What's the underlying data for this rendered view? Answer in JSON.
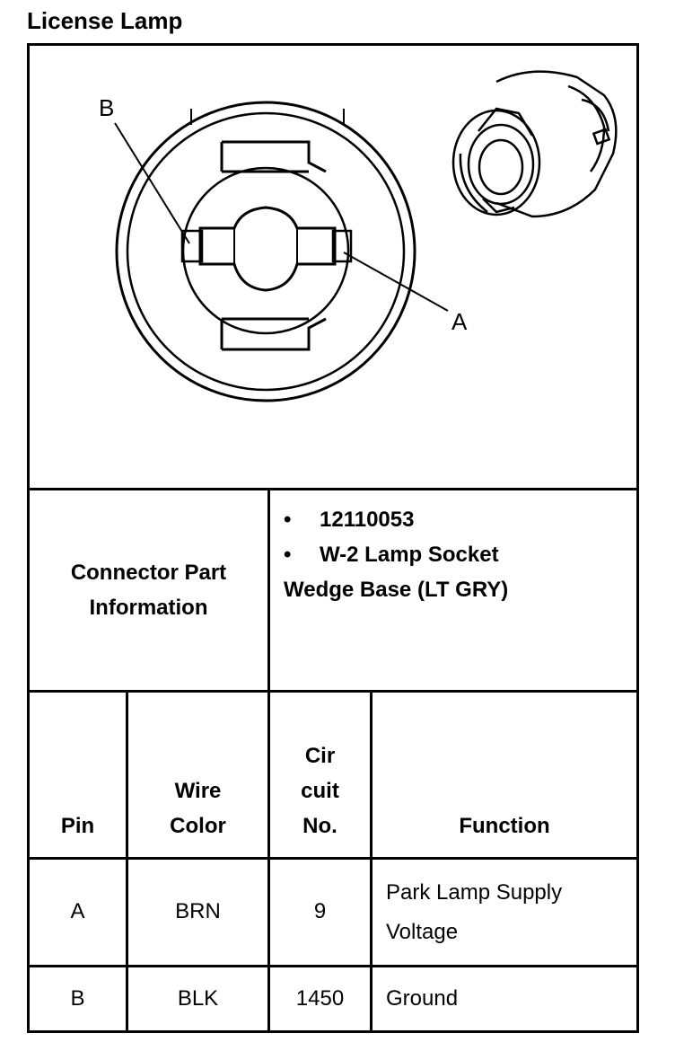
{
  "title": "License Lamp",
  "diagram": {
    "label_a": "A",
    "label_b": "B"
  },
  "connector_info": {
    "label": "Connector Part Information",
    "label_line1": "Connector Part",
    "label_line2": "Information",
    "bullet_char": "•",
    "items": [
      "12110053",
      "W-2 Lamp Socket"
    ],
    "continuation": "Wedge Base (LT GRY)"
  },
  "table": {
    "headers": {
      "pin": "Pin",
      "wire_color_1": "Wire",
      "wire_color_2": "Color",
      "circuit_1": "Cir",
      "circuit_2": "cuit",
      "circuit_3": "No.",
      "function": "Function"
    },
    "rows": [
      {
        "pin": "A",
        "wire_color": "BRN",
        "circuit": "9",
        "function_1": "Park Lamp Supply",
        "function_2": "Voltage"
      },
      {
        "pin": "B",
        "wire_color": "BLK",
        "circuit": "1450",
        "function_1": "Ground",
        "function_2": ""
      }
    ]
  }
}
